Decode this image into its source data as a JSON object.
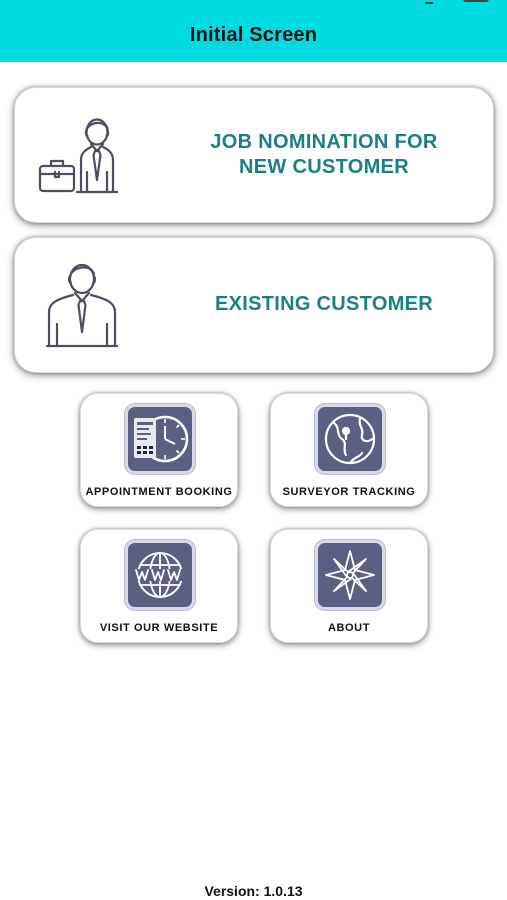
{
  "header": {
    "title": "Initial Screen"
  },
  "cards": {
    "job_nomination": {
      "line1": "JOB NOMINATION FOR",
      "line2": "NEW CUSTOMER"
    },
    "existing_customer": {
      "label": "EXISTING CUSTOMER"
    }
  },
  "tiles": {
    "appointment_booking": {
      "label": "APPOINTMENT BOOKING",
      "icon": "calendar-clock-icon"
    },
    "surveyor_tracking": {
      "label": "SURVEYOR TRACKING",
      "icon": "globe-pin-icon"
    },
    "visit_website": {
      "label": "VISIT OUR WEBSITE",
      "icon": "www-globe-icon"
    },
    "about": {
      "label": "ABOUT",
      "icon": "compass-star-icon"
    }
  },
  "footer": {
    "version": "Version: 1.0.13"
  },
  "colors": {
    "header_bg": "#00dbe2",
    "card_text": "#1b7f86",
    "icon_box": "#5b5f82"
  }
}
